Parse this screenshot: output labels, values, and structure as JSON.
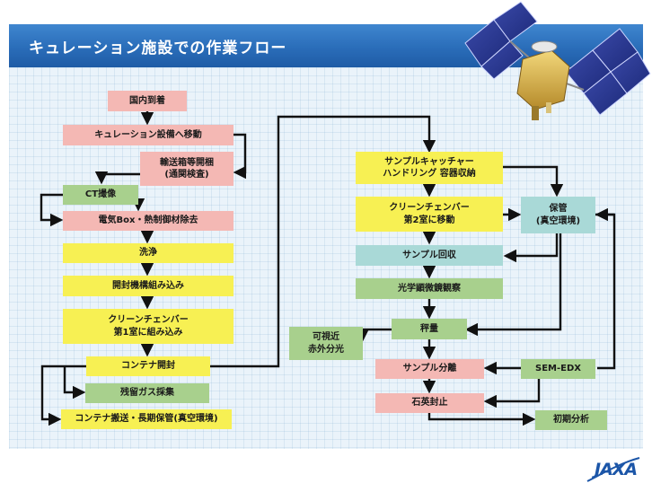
{
  "title": "キュレーション施設での作業フロー",
  "logo_text": "JAXA",
  "nodes": {
    "kokunai": "国内到着",
    "setsubi": "キュレーション設備へ移動",
    "yuso": [
      "輸送箱等開梱",
      "(通関検査)"
    ],
    "ct": "CT撮像",
    "denki": "電気Box・熱制御材除去",
    "senjo": "洗浄",
    "kaifu": "開封機構組み込み",
    "clean1": [
      "クリーンチェンバー",
      "第1室に組み込み"
    ],
    "container": "コンテナ開封",
    "zanryu": "残留ガス採集",
    "hanso": "コンテナ搬送・長期保管(真空環境)",
    "catcher": [
      "サンプルキャッチャー",
      "ハンドリング 容器収納"
    ],
    "clean2": [
      "クリーンチェンバー",
      "第2室に移動"
    ],
    "hokan": [
      "保管",
      "(真空環境)"
    ],
    "kaishu": "サンプル回収",
    "kogaku": "光学顕微鏡観察",
    "shoryo": "秤量",
    "kashi": [
      "可視近",
      "赤外分光"
    ],
    "bunri": "サンプル分離",
    "sem": "SEM-EDX",
    "sekiei": "石英封止",
    "shoki": "初期分析"
  }
}
